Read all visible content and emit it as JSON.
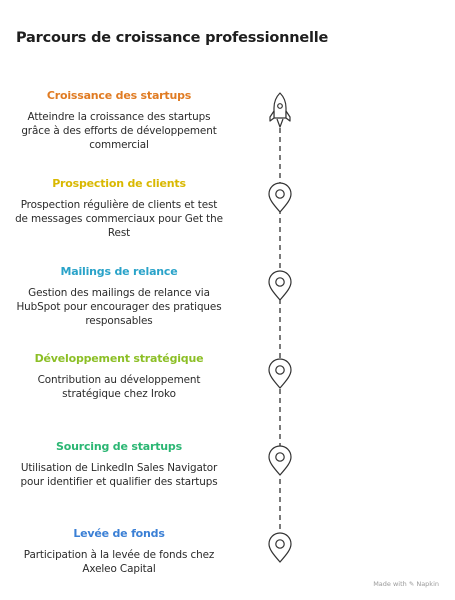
{
  "title": "Parcours de croissance professionnelle",
  "steps": [
    {
      "title": "Croissance des startups",
      "color": "#e07b22",
      "desc": "Atteindre la croissance des startups grâce à des efforts de développement commercial",
      "icon": "rocket-icon"
    },
    {
      "title": "Prospection de clients",
      "color": "#d9b800",
      "desc": "Prospection régulière de clients et test de messages commerciaux pour Get the Rest",
      "icon": "map-pin-icon"
    },
    {
      "title": "Mailings de relance",
      "color": "#2aa3c9",
      "desc": "Gestion des mailings de relance via HubSpot pour encourager des pratiques responsables",
      "icon": "map-pin-icon"
    },
    {
      "title": "Développement stratégique",
      "color": "#8cbf26",
      "desc": "Contribution au développement stratégique chez Iroko",
      "icon": "map-pin-icon"
    },
    {
      "title": "Sourcing de startups",
      "color": "#2bb673",
      "desc": "Utilisation de LinkedIn Sales Navigator pour identifier et qualifier des startups",
      "icon": "map-pin-icon"
    },
    {
      "title": "Levée de fonds",
      "color": "#3a7fd5",
      "desc": "Participation à la levée de fonds chez Axeleo Capital",
      "icon": "map-pin-icon"
    }
  ],
  "credit": "Made with ✎ Napkin"
}
